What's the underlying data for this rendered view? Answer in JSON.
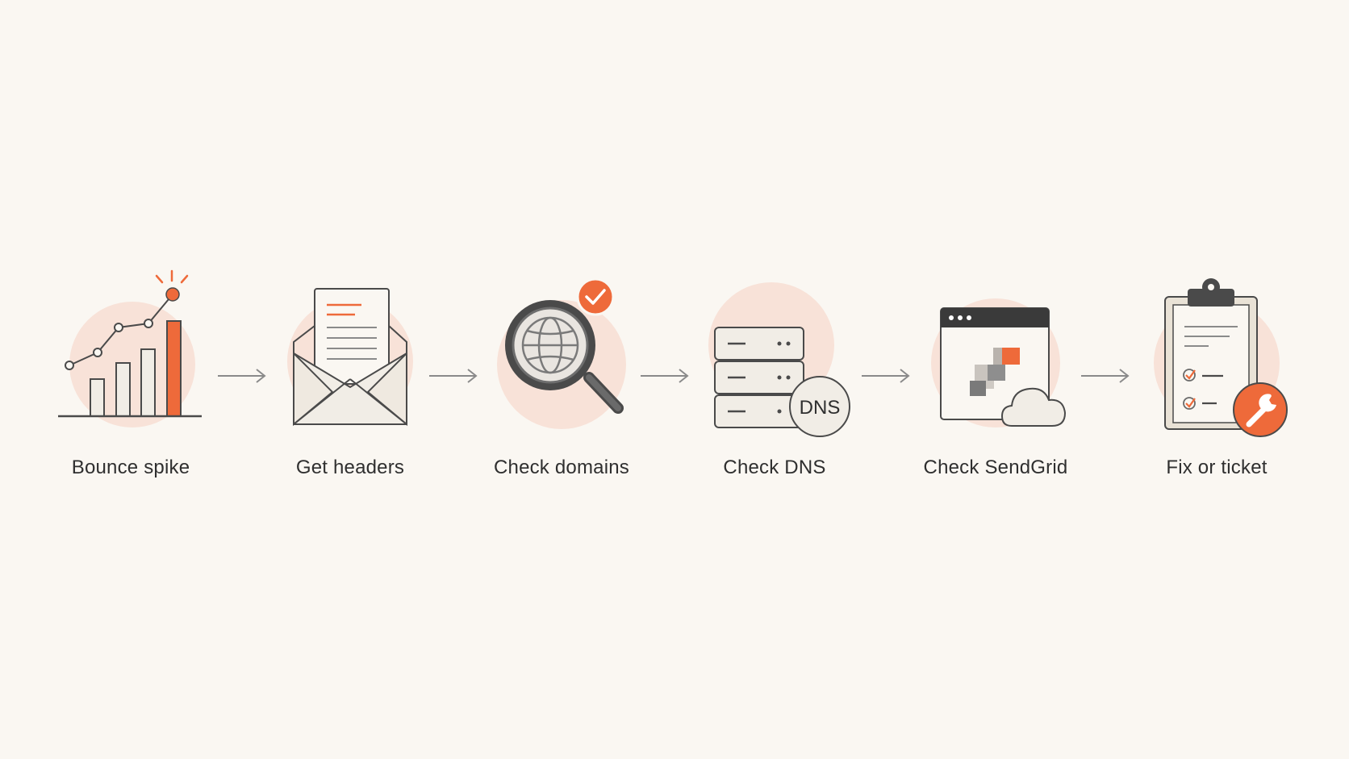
{
  "diagram": {
    "steps": [
      {
        "label": "Bounce spike",
        "icon": "bar-chart-spike-icon"
      },
      {
        "label": "Get headers",
        "icon": "envelope-document-icon"
      },
      {
        "label": "Check domains",
        "icon": "magnifier-globe-check-icon"
      },
      {
        "label": "Check DNS",
        "icon": "server-dns-icon"
      },
      {
        "label": "Check SendGrid",
        "icon": "browser-cloud-icon"
      },
      {
        "label": "Fix or ticket",
        "icon": "clipboard-wrench-icon"
      }
    ],
    "dns_badge": "DNS",
    "colors": {
      "accent": "#ee6a3a",
      "halo": "#f8e2d8",
      "stroke": "#4a4a4a",
      "fill": "#f1ede6",
      "background": "#faf7f2"
    }
  }
}
